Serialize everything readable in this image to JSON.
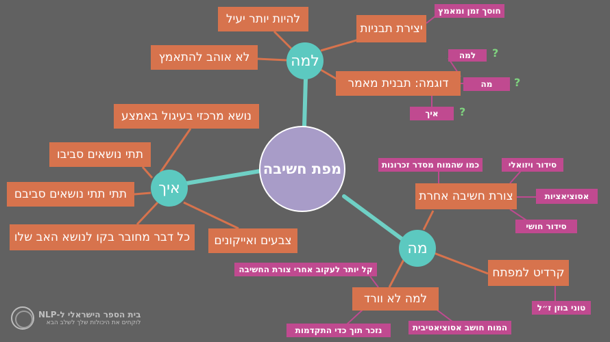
{
  "center": {
    "label": "מפת חשיבה"
  },
  "hubs": {
    "lama": {
      "label": "למה"
    },
    "eich": {
      "label": "איך"
    },
    "ma": {
      "label": "מה"
    }
  },
  "boxes": {
    "lihyot": "להיות יותר יעיל",
    "yetzirat": "יצירת תבניות",
    "lo_ohev": "לא אוהב להתאמץ",
    "dugma": "דוגמה: תבנית מאמר",
    "nose": "נושא מרכזי בעיגול באמצע",
    "tatei": "תתי נושאים סביבו",
    "tatei_tatei": "תתי תתי נושאים סביבם",
    "kol_davar": "כל דבר מחובר בקו לנושא האב שלו",
    "tzvaim": "צבעים ואייקונים",
    "tzurat": "צורת חשיבה אחרת",
    "credit": "קרדיט למפתח",
    "lama_lo": "למה לא וורד"
  },
  "tags": {
    "chosech": "חוסך זמן ומאמץ",
    "lama": "למה",
    "ma": "מה",
    "eich": "איך",
    "kmo": "כמו שהמוח מסדר זכרונות",
    "sidur_vizuali": "סידור ויזואלי",
    "asotziatziot": "אסוציאציות",
    "sidur_chushi": "סידור חושי",
    "kal": "קל יותר לעקוב אחרי צורת החשיבה",
    "toni": "טוני בוזן ז״ל",
    "hamoach": "המוח חושב אסוציאטיבית",
    "nizkar": "נזכר תוך כדי התקדמות"
  },
  "question_mark": "?",
  "logo": {
    "title": "בית הספר הישראלי ל-NLP",
    "subtitle": "לוקחים את היכולות שלך לשלב הבא"
  },
  "colors": {
    "background": "#616161",
    "center_fill": "#a89cc8",
    "hub_fill": "#5cc9c0",
    "branch_fill": "#d7734d",
    "leaf_fill": "#c04a90",
    "link_main": "#6fd0c5",
    "link_branch": "#d7734d",
    "link_leaf": "#c04a90",
    "question_mark": "#7fd37f"
  }
}
